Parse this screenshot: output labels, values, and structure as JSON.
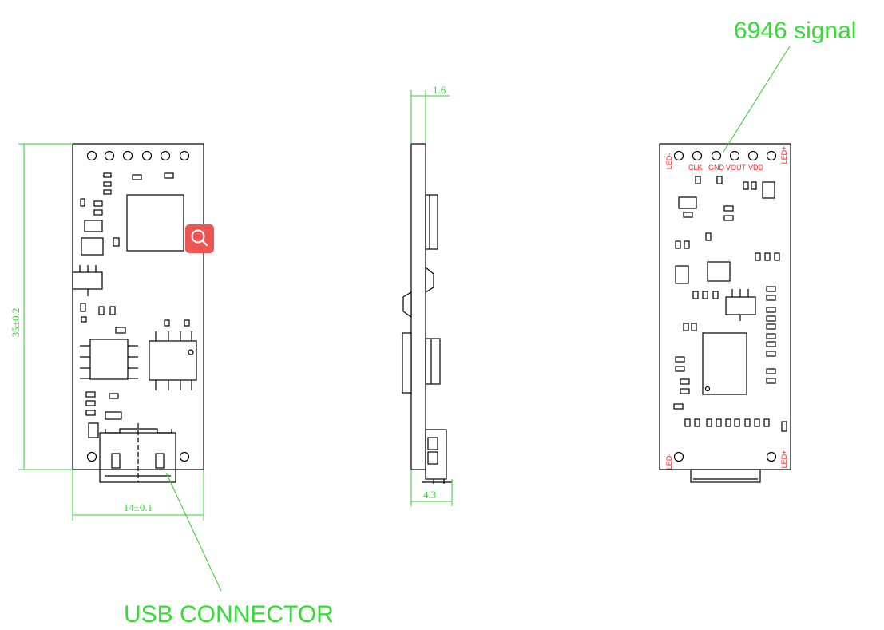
{
  "labels": {
    "signal": "6946 signal",
    "usb": "USB CONNECTOR"
  },
  "dimensions": {
    "thickness": "1.6",
    "height": "35±0.2",
    "width": "14±0.1",
    "depth": "4.3"
  },
  "pins": {
    "led_minus_top": "LED-",
    "led_plus_top": "LED+",
    "clk": "CLK",
    "gnd": "GND",
    "vout": "VOUT",
    "vdd": "VDD",
    "led_minus_bottom": "LED-",
    "led_plus_bottom": "LED+"
  },
  "colors": {
    "annotation": "#33dd33",
    "pin_label": "#ff2222",
    "zoom_button": "#ee5555"
  },
  "icons": {
    "zoom": "magnifier-icon"
  }
}
